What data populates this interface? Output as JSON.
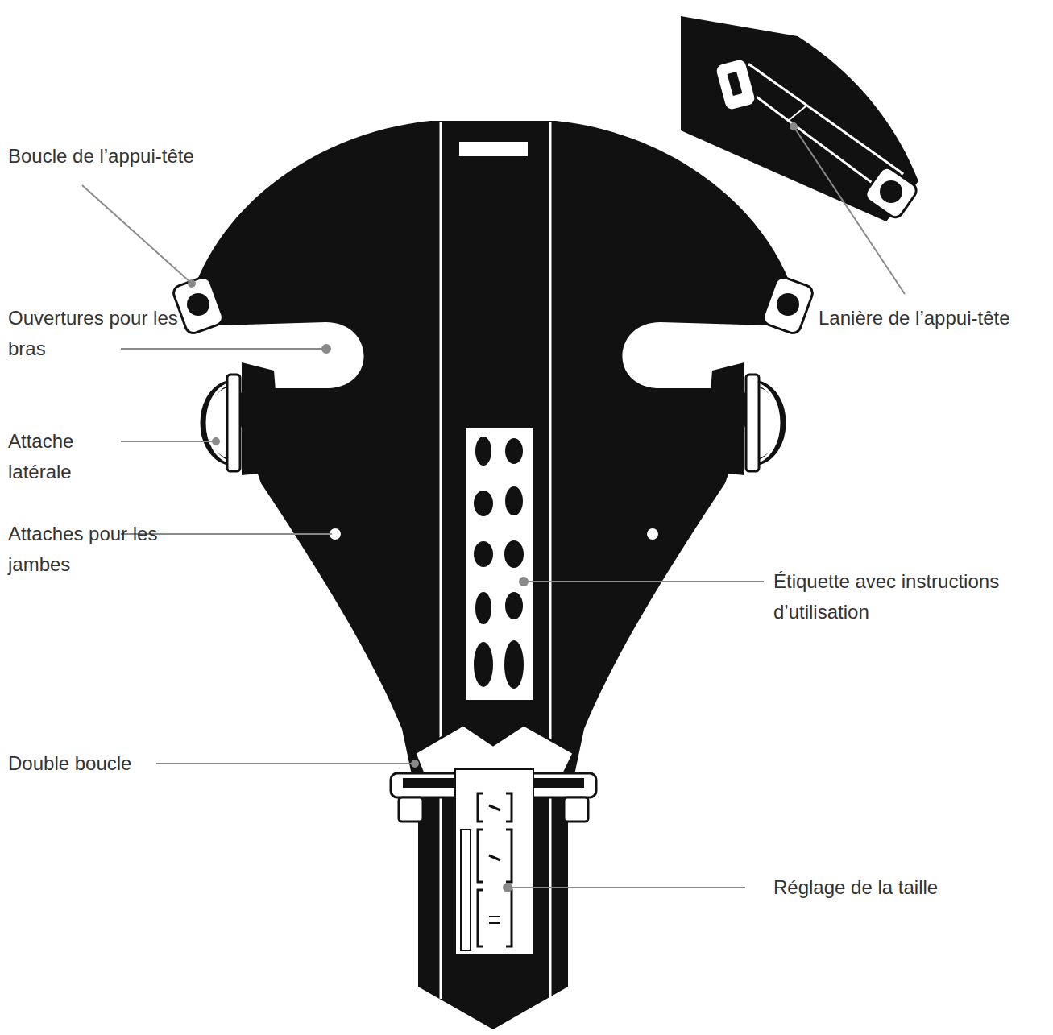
{
  "diagram": {
    "labels": [
      "Boucle de l’appui-tête",
      "Ouvertures pour les bras",
      "Attache latérale",
      "Attaches pour les jambes",
      "Double boucle",
      "Lanière de l’appui-tête",
      "Étiquette avec instructions d’utilisation",
      "Réglage de la taille"
    ]
  }
}
